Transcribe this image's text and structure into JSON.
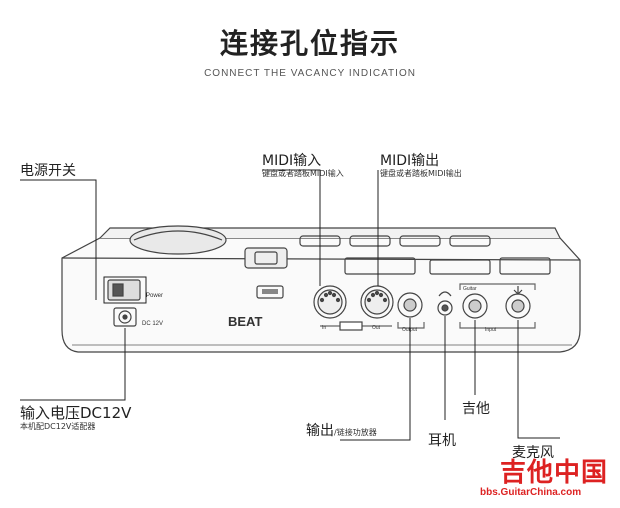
{
  "header": {
    "title": "连接孔位指示",
    "subtitle": "CONNECT THE VACANCY INDICATION"
  },
  "callouts": {
    "power_switch": "电源开关",
    "midi_in": {
      "label": "MIDI输入",
      "sub": "键盘或者踏板MIDI输入"
    },
    "midi_out": {
      "label": "MIDI输出",
      "sub": "键盘或者踏板MIDI输出"
    },
    "dc_input": {
      "label": "输入电压DC12V",
      "sub": "本机配DC12V适配器"
    },
    "output": {
      "label": "输出",
      "sub": "/链接功放器"
    },
    "headphone": "耳机",
    "guitar": "吉他",
    "mic": "麦克风"
  },
  "device_panel": {
    "power": "Power",
    "dc": "DC 12V",
    "brand": "BEAT",
    "in": "In",
    "out": "Out",
    "output": "Output",
    "guitar": "Guitar",
    "input": "Input"
  },
  "watermark": {
    "text": "吉他中国",
    "url": "bbs.GuitarChina.com"
  }
}
